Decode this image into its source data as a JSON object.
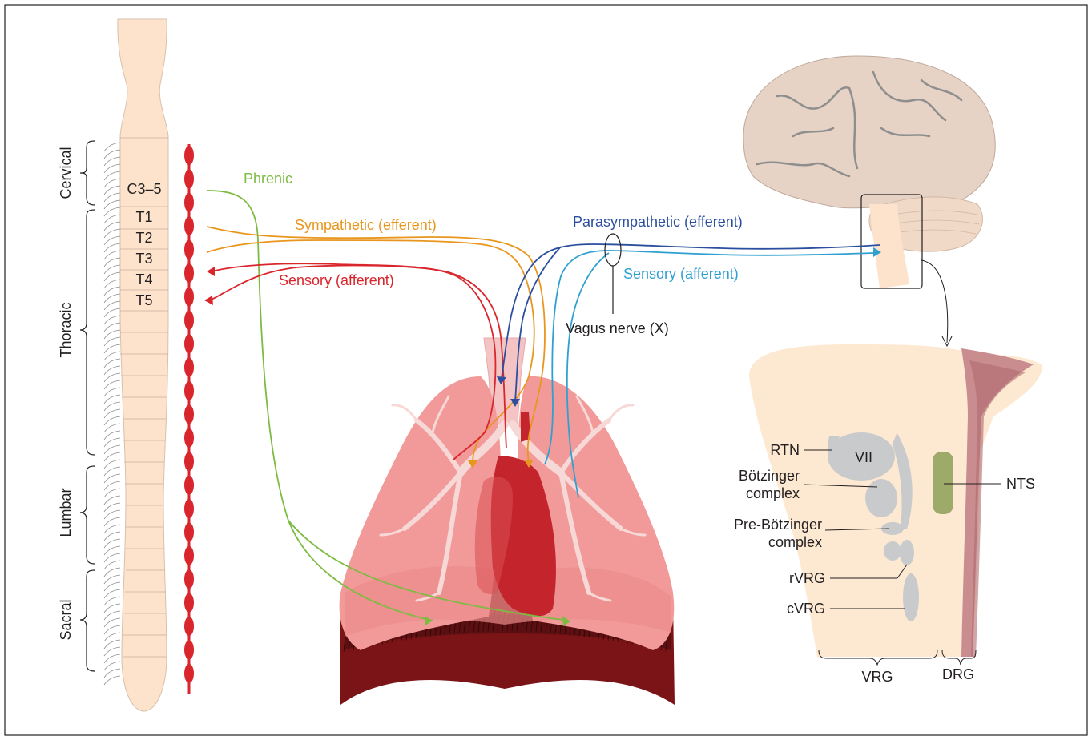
{
  "spinal_cord": {
    "regions": {
      "cervical": "Cervical",
      "thoracic": "Thoracic",
      "lumbar": "Lumbar",
      "sacral": "Sacral"
    },
    "segments": [
      "C3–5",
      "T1",
      "T2",
      "T3",
      "T4",
      "T5"
    ]
  },
  "nerves": {
    "phrenic": "Phrenic",
    "sympathetic": "Sympathetic (efferent)",
    "sensory_spinal": "Sensory (afferent)",
    "parasympathetic": "Parasympathetic (efferent)",
    "sensory_vagal": "Sensory (afferent)",
    "vagus": "Vagus nerve (X)"
  },
  "brainstem": {
    "rtn": "RTN",
    "vii": "VII",
    "botzinger": [
      "Bötzinger",
      "complex"
    ],
    "pre_botzinger": [
      "Pre-Bötzinger",
      "complex"
    ],
    "rvrg": "rVRG",
    "cvrg": "cVRG",
    "nts": "NTS",
    "vrg": "VRG",
    "drg": "DRG"
  },
  "colors": {
    "phrenic": "#7dbb42",
    "sympathetic": "#e8961e",
    "sensory_spinal": "#d9262c",
    "parasympathetic": "#2b4f9e",
    "sensory_vagal": "#2fa0d0",
    "cord": "#fde3cc",
    "chain": "#d9262c",
    "lung": "#f09a9a",
    "heart": "#c4242b",
    "diaphragm": "#8a1c1c",
    "brain": "#e6d3c6",
    "brainstem_bg": "#fde8d2",
    "nuclei": "#c9cacc",
    "nts_fill": "#9eaa6a"
  }
}
